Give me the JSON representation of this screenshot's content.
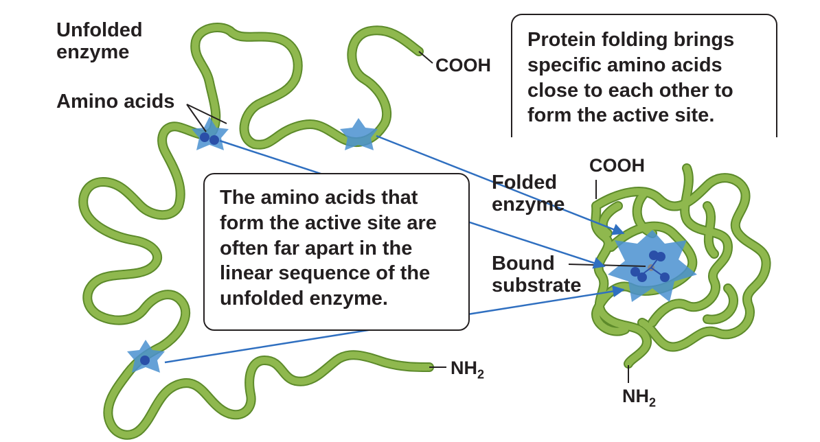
{
  "labels": {
    "unfolded_enzyme": "Unfolded\nenzyme",
    "amino_acids": "Amino acids",
    "cooh_unfolded": "COOH",
    "nh2_unfolded": "NH",
    "nh2_unfolded_sub": "2",
    "folded_enzyme": "Folded\nenzyme",
    "cooh_folded": "COOH",
    "bound_substrate": "Bound\nsubstrate",
    "nh2_folded": "NH",
    "nh2_folded_sub": "2"
  },
  "callouts": {
    "top_right": "Protein folding brings specific amino acids close to each other to form the active site.",
    "center": "The amino acids that form the active site are often far apart in the linear sequence of the unfolded enzyme."
  },
  "colors": {
    "bead_fill": "#8fb84e",
    "bead_stroke": "#5c8a2a",
    "active_site": "#4a90d0",
    "residue": "#2a4fa8",
    "arrow": "#2f6fc0",
    "text": "#231f20"
  }
}
